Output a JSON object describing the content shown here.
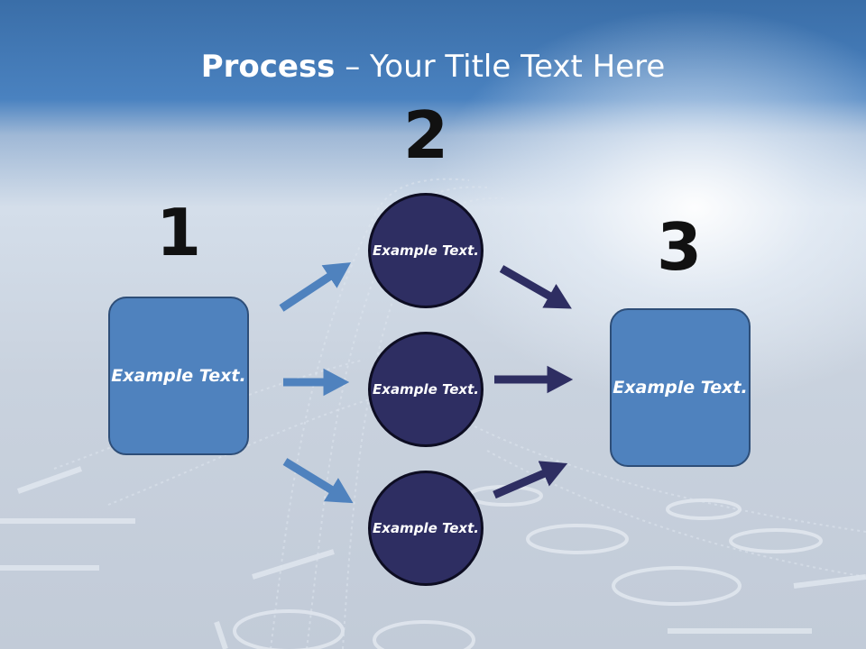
{
  "title": {
    "bold": "Process",
    "rest": " – Your Title Text Here"
  },
  "steps": [
    {
      "number": "1",
      "text": "Example Text."
    },
    {
      "number": "2",
      "text": "Example Text."
    },
    {
      "number": "3",
      "text": "Example Text."
    }
  ],
  "middle_nodes": [
    {
      "text": "Example Text."
    },
    {
      "text": "Example Text."
    },
    {
      "text": "Example Text."
    }
  ],
  "colors": {
    "header_blue": "#3a6ea8",
    "box_fill": "#4f82be",
    "circle_fill": "#2e2e62",
    "arrow_light": "#4f82be",
    "arrow_dark": "#2e2e62"
  }
}
